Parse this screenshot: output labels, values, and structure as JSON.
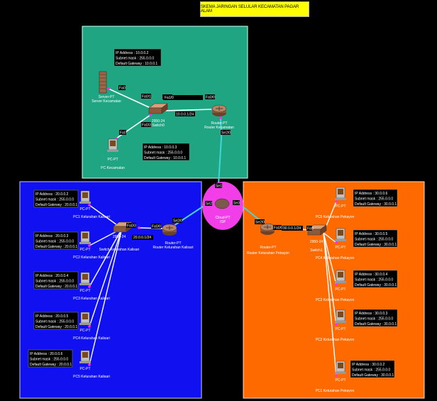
{
  "title": "SKEMA JARINGAN SELULAR KECAMATAN PAGAR ALAM",
  "colors": {
    "background": "#000000",
    "title_bg": "#ffff00",
    "zone_top": "#1fa582",
    "zone_left": "#1010f0",
    "zone_right": "#ff6a00",
    "hub": "#f23ee8",
    "link_cyan": "#3fd8d8",
    "link_white": "#ffffff",
    "port_dot": "#ff2cf0"
  },
  "zones": [
    {
      "id": "top",
      "server": {
        "name": "Server-PT",
        "caption": "Server Kecamatan"
      },
      "switch": {
        "name": "2950-24",
        "caption": "Switch0"
      },
      "router": {
        "name": "Router-PT",
        "caption": "Router Kecamatan"
      },
      "pc": {
        "name": "PC-PT",
        "caption": "PC Kecamatan"
      },
      "ip_boxes": [
        {
          "lines": [
            "IP Address : 10.0.0.2",
            "Subnet mask : 255.0.0.0",
            "Default Gateway : 10.0.0.1"
          ]
        },
        {
          "lines": [
            "IP Address : 10.0.0.3",
            "Subnet mask : 255.0.0.0",
            "Default Gateway : 10.0.0.1"
          ]
        }
      ],
      "labels": [
        "Fa0",
        "Fa0/1",
        "Fa0/2",
        "Fa0/3",
        "Fa0/0",
        "Fa1/0",
        "10.0.0.1/24",
        "Se2/0",
        "Fa0"
      ]
    },
    {
      "id": "left",
      "switch": {
        "name": "2950-24",
        "caption": "Switch Kelurahan Kalisari"
      },
      "router": {
        "name": "Router-PT",
        "caption": "Router Kelurahan Kalisari"
      },
      "gateway_label": "20.0.0.1/24",
      "port_labels": [
        "Fa0/3",
        "Fa0/0",
        "Se2/0"
      ],
      "pcs": [
        {
          "name": "PC-PT",
          "caption": "PC1 Kelurahan Kalisari",
          "ip": "IP Address : 20.0.0.2",
          "mask": "Subnet mask : 255.0.0.0",
          "gw": "Default Gateway : 20.0.0.1"
        },
        {
          "name": "PC-PT",
          "caption": "PC2 Kelurahan Kalisari",
          "ip": "IP Address : 20.0.0.3",
          "mask": "Subnet mask : 255.0.0.0",
          "gw": "Default Gateway : 20.0.0.1"
        },
        {
          "name": "PC-PT",
          "caption": "PC3 Kelurahan Kalisari",
          "ip": "IP Address : 20.0.0.4",
          "mask": "Subnet mask : 255.0.0.0",
          "gw": "Default Gateway : 20.0.0.1"
        },
        {
          "name": "PC-PT",
          "caption": "PC4 Kelurahan Kalisari",
          "ip": "IP Address : 20.0.0.5",
          "mask": "Subnet mask : 255.0.0.0",
          "gw": "Default Gateway : 20.0.0.1"
        },
        {
          "name": "PC-PT",
          "caption": "PC5 Kelurahan Kalisari",
          "ip": "IP Address : 20.0.0.6",
          "mask": "Subnet mask : 255.0.0.0",
          "gw": "Default Gateway : 20.0.0.1"
        }
      ]
    },
    {
      "id": "right",
      "switch": {
        "name": "2950-24",
        "caption": "Switch1"
      },
      "router": {
        "name": "Router-PT",
        "caption": "Router Kelurahan Pekayon"
      },
      "gateway_label": "30.0.0.1/24",
      "port_labels": [
        "Se2/0",
        "Fa0/0",
        "Fa0"
      ],
      "pcs": [
        {
          "name": "PC-PT",
          "caption": "PC5 Kelurahan Pekayon",
          "ip": "IP Address : 30.0.0.6",
          "mask": "Subnet mask : 255.0.0.0",
          "gw": "Default Gateway : 30.0.0.1"
        },
        {
          "name": "PC-PT",
          "caption": "PC4 Kelurahan Pekayon",
          "ip": "IP Address : 30.0.0.5",
          "mask": "Subnet mask : 255.0.0.0",
          "gw": "Default Gateway : 30.0.0.1"
        },
        {
          "name": "PC-PT",
          "caption": "PC3 Kelurahan Pekayon",
          "ip": "IP Address : 30.0.0.4",
          "mask": "Subnet mask : 255.0.0.0",
          "gw": "Default Gateway : 30.0.0.1"
        },
        {
          "name": "PC-PT",
          "caption": "PC2 Kelurahan Pekayon",
          "ip": "IP Address : 30.0.0.3",
          "mask": "Subnet mask : 255.0.0.0",
          "gw": "Default Gateway : 30.0.0.1"
        },
        {
          "name": "PC-PT",
          "caption": "PC1 Kelurahan Pekayon",
          "ip": "IP Address : 30.0.0.2",
          "mask": "Subnet mask : 255.0.0.0",
          "gw": "Default Gateway : 30.0.0.1"
        }
      ]
    }
  ],
  "hub": {
    "name": "Cloud-PT",
    "caption": "ISP",
    "ports": [
      "Se1",
      "Se2",
      "Se3"
    ]
  }
}
